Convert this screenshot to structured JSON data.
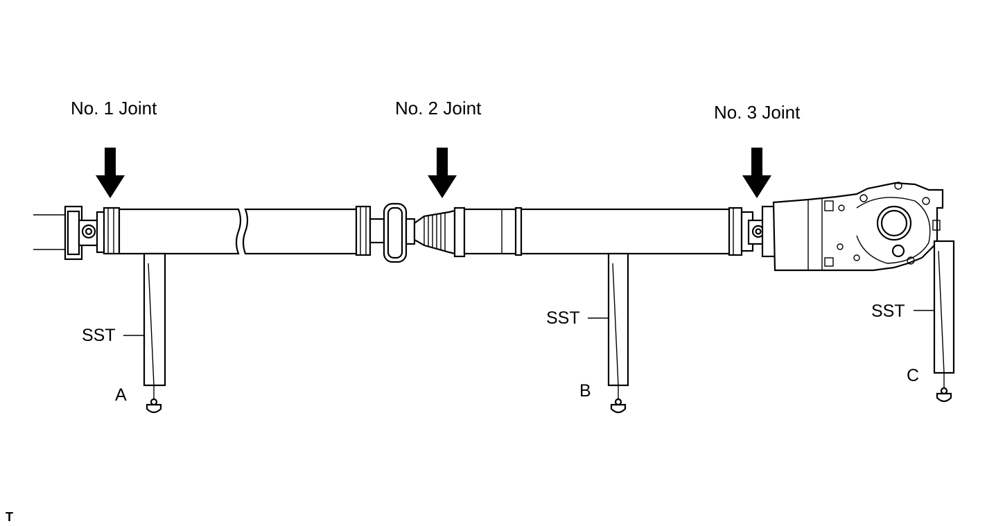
{
  "joints": [
    {
      "label": "No. 1 Joint"
    },
    {
      "label": "No. 2 Joint"
    },
    {
      "label": "No. 3 Joint"
    }
  ],
  "tools": [
    {
      "label": "SST",
      "point": "A"
    },
    {
      "label": "SST",
      "point": "B"
    },
    {
      "label": "SST",
      "point": "C"
    }
  ],
  "corner_mark": "T"
}
